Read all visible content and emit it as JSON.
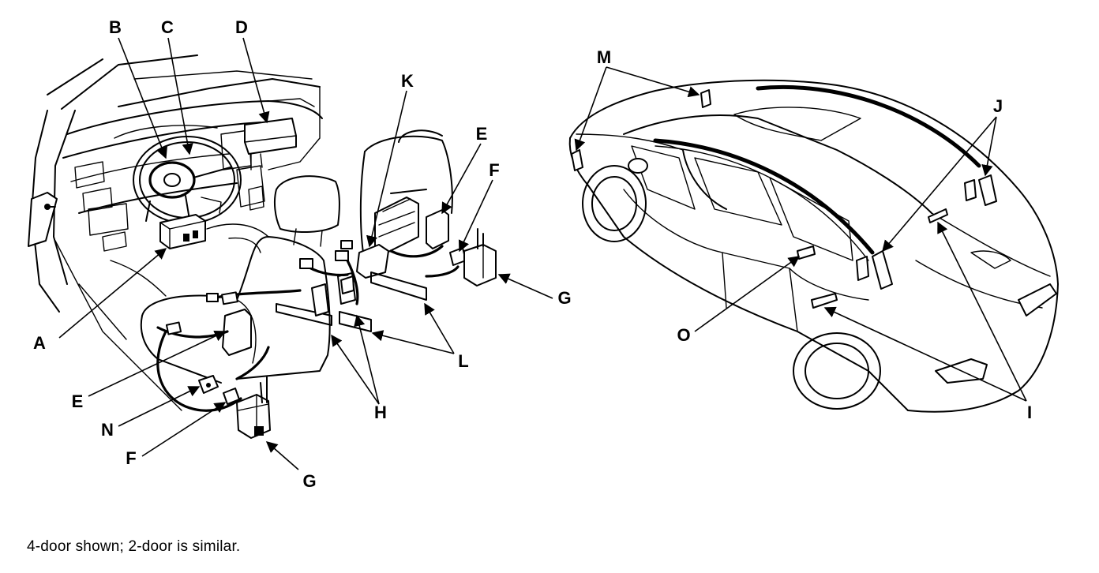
{
  "labels": {
    "A": "A",
    "B": "B",
    "C": "C",
    "D": "D",
    "E": "E",
    "F": "F",
    "G": "G",
    "H": "H",
    "I": "I",
    "J": "J",
    "K": "K",
    "L": "L",
    "M": "M",
    "N": "N",
    "O": "O"
  },
  "caption": "4-door shown; 2-door is similar."
}
